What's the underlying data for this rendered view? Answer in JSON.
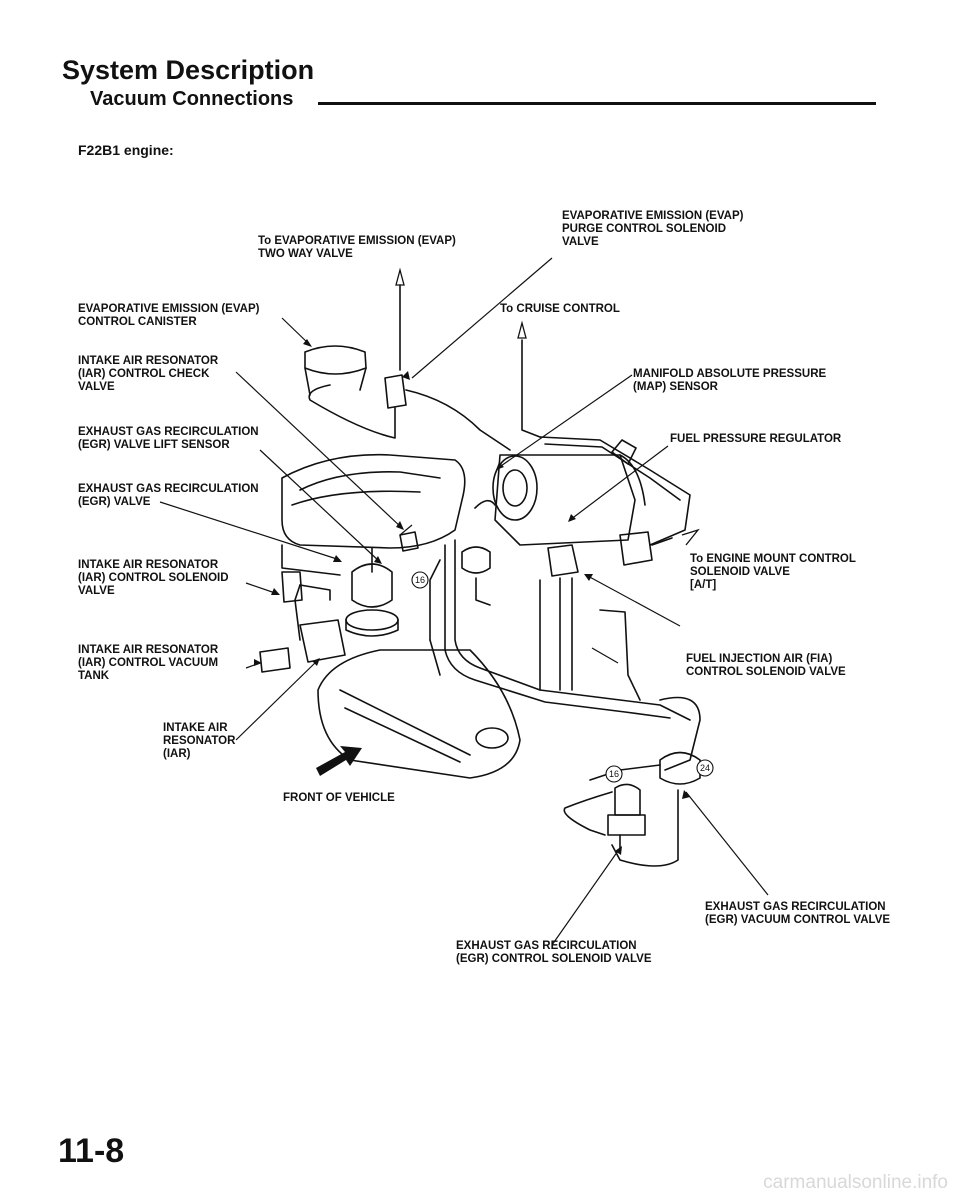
{
  "header": {
    "title": "System Description",
    "subtitle": "Vacuum Connections",
    "engine_label": "F22B1 engine:"
  },
  "labels": {
    "evap_purge_solenoid": [
      "EVAPORATIVE EMISSION (EVAP)",
      "PURGE CONTROL SOLENOID",
      "VALVE"
    ],
    "evap_two_way_valve": [
      "To EVAPORATIVE EMISSION (EVAP)",
      "TWO WAY VALVE"
    ],
    "evap_canister": [
      "EVAPORATIVE EMISSION (EVAP)",
      "CONTROL CANISTER"
    ],
    "cruise_control": [
      "To CRUISE CONTROL"
    ],
    "iar_check_valve": [
      "INTAKE AIR RESONATOR",
      "(IAR) CONTROL CHECK",
      "VALVE"
    ],
    "map_sensor": [
      "MANIFOLD ABSOLUTE PRESSURE",
      "(MAP) SENSOR"
    ],
    "egr_lift_sensor": [
      "EXHAUST GAS RECIRCULATION",
      "(EGR) VALVE LIFT SENSOR"
    ],
    "fuel_pressure_regulator": [
      "FUEL PRESSURE REGULATOR"
    ],
    "egr_valve": [
      "EXHAUST GAS RECIRCULATION",
      "(EGR) VALVE"
    ],
    "iar_solenoid": [
      "INTAKE AIR RESONATOR",
      "(IAR) CONTROL SOLENOID",
      "VALVE"
    ],
    "engine_mount": [
      "To ENGINE MOUNT CONTROL",
      "SOLENOID VALVE",
      "[A/T]"
    ],
    "iar_vacuum_tank": [
      "INTAKE AIR RESONATOR",
      "(IAR) CONTROL VACUUM",
      "TANK"
    ],
    "fia_solenoid": [
      "FUEL INJECTION AIR (FIA)",
      "CONTROL SOLENOID VALVE"
    ],
    "iar": [
      "INTAKE AIR",
      "RESONATOR",
      "(IAR)"
    ],
    "egr_vacuum_control": [
      "EXHAUST GAS RECIRCULATION",
      "(EGR) VACUUM CONTROL VALVE"
    ],
    "egr_solenoid": [
      "EXHAUST GAS RECIRCULATION",
      "(EGR) CONTROL SOLENOID VALVE"
    ]
  },
  "front_label": "FRONT OF VEHICLE",
  "badges": [
    "16",
    "16",
    "24"
  ],
  "page_number": "11-8",
  "watermark": "carmanualsonline.info"
}
